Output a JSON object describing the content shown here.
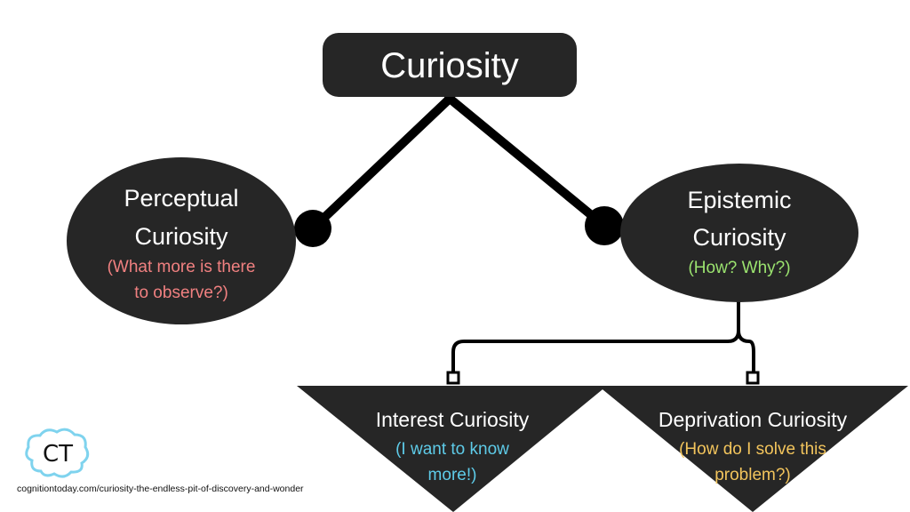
{
  "diagram": {
    "root": {
      "label": "Curiosity"
    },
    "perceptual": {
      "title_line1": "Perceptual",
      "title_line2": "Curiosity",
      "sub_line1": "(What more is there",
      "sub_line2": "to observe?)"
    },
    "epistemic": {
      "title_line1": "Epistemic",
      "title_line2": "Curiosity",
      "sub_line1": "(How?  Why?)"
    },
    "interest": {
      "title": "Interest Curiosity",
      "sub_line1": "(I want to know",
      "sub_line2": "more!)"
    },
    "deprivation": {
      "title": "Deprivation Curiosity",
      "sub_line1": "(How do I solve this",
      "sub_line2": "problem?)"
    }
  },
  "logo": {
    "text": "CT"
  },
  "footer": {
    "url": "cognitiontoday.com/curiosity-the-endless-pit-of-discovery-and-wonder"
  },
  "colors": {
    "node_fill": "#262626",
    "perceptual_sub": "#f08080",
    "epistemic_sub": "#9be36f",
    "interest_sub": "#5ecbe8",
    "deprivation_sub": "#f2c45c",
    "logo_outline": "#7fd3ee"
  }
}
